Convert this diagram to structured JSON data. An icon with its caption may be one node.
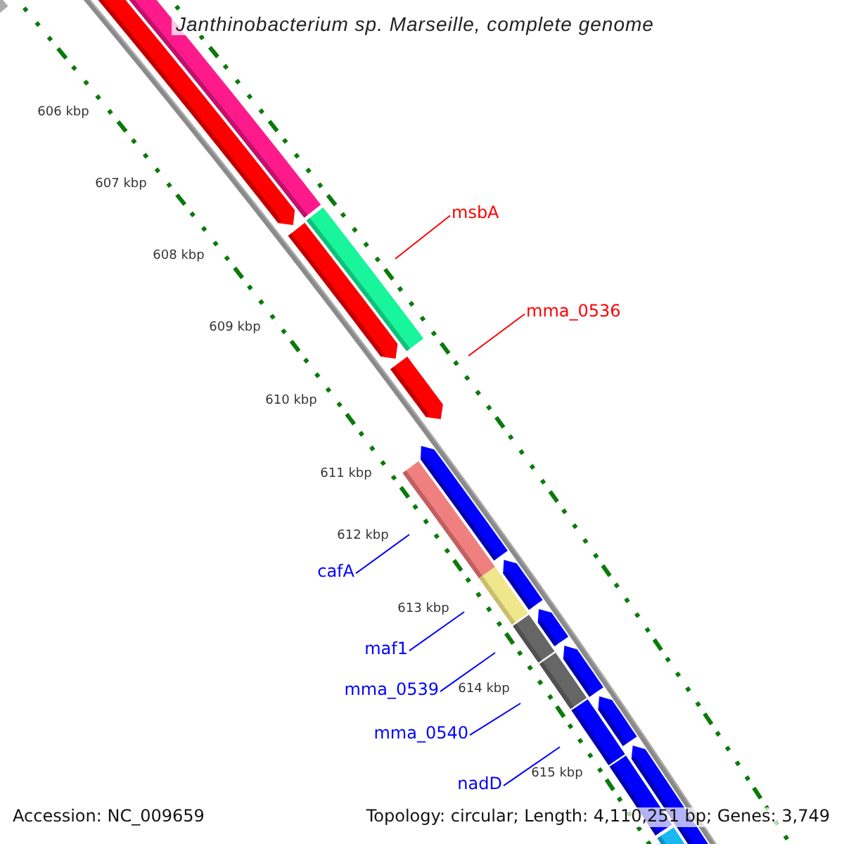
{
  "diagram": {
    "title": "Janthinobacterium sp. Marseille, complete genome",
    "nodes": [
      {
        "text": [
          "msbA"
        ]
      },
      {
        "text": [
          "mma_0536"
        ]
      },
      {
        "text": [
          "cafA"
        ]
      },
      {
        "text": [
          "maf1"
        ]
      },
      {
        "text": [
          "mma_0539"
        ]
      },
      {
        "text": [
          "mma_0540"
        ]
      },
      {
        "text": [
          "nadD"
        ]
      }
    ],
    "edges": [
      {
        "from": 0,
        "to": null,
        "arrow": "none",
        "color": "#ff0000"
      },
      {
        "from": 1,
        "to": null,
        "arrow": "none",
        "color": "#ff0000"
      },
      {
        "from": 2,
        "to": null,
        "arrow": "none"
      },
      {
        "from": 3,
        "to": null,
        "arrow": "none"
      },
      {
        "from": 4,
        "to": null,
        "arrow": "none"
      },
      {
        "from": 5,
        "to": null,
        "arrow": "none"
      },
      {
        "from": 6,
        "to": null,
        "arrow": "none"
      }
    ],
    "labels": [
      "606 kbp",
      "607 kbp",
      "608 kbp",
      "609 kbp",
      "610 kbp",
      "611 kbp",
      "612 kbp",
      "613 kbp",
      "614 kbp",
      "615 kbp",
      "Accession: NC_009659",
      "Topology: circular; Length: 4,110,251 bp; Genes: 3,749"
    ]
  }
}
